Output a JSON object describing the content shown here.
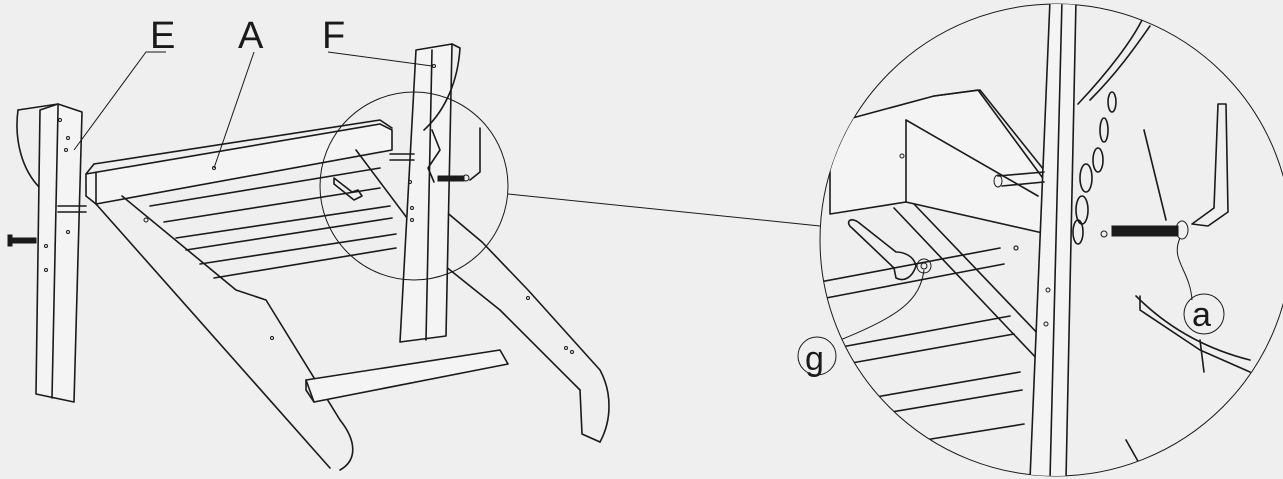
{
  "labels": {
    "E": "E",
    "A": "A",
    "F": "F",
    "g": "g",
    "a": "a"
  },
  "colors": {
    "background": "#efefef",
    "line": "#1a1a1a"
  }
}
